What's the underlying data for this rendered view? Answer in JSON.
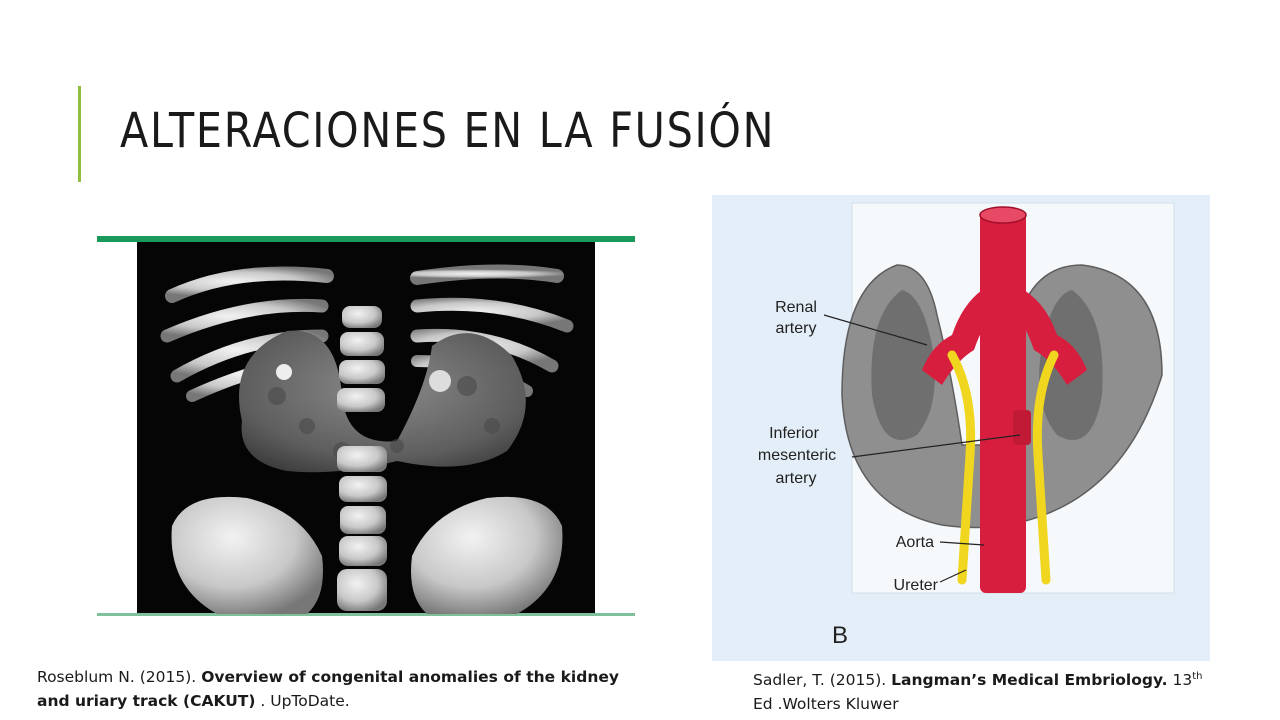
{
  "slide": {
    "title": "ALTERACIONES EN LA FUSIÓN",
    "accent_color": "#8fbf3f"
  },
  "left_figure": {
    "kind": "ct-3d-reconstruction",
    "border_color": "#1a9a5a"
  },
  "right_figure": {
    "labels": {
      "renal_artery_1": "Renal",
      "renal_artery_2": "artery",
      "inferior_1": "Inferior",
      "inferior_2": "mesenteric",
      "inferior_3": "artery",
      "aorta": "Aorta",
      "ureter": "Ureter",
      "panel": "B"
    },
    "colors": {
      "artery": "#d81e3e",
      "kidney": "#8f8f8f",
      "ureter": "#f0d61e",
      "background": "#e3eef8"
    }
  },
  "citations": {
    "left": {
      "author": "Roseblum N. (2015).",
      "title_l1": "Overview of congenital anomalies of the kidney",
      "title_l2_a": "and uriary track (",
      "title_l2_b": "CAKUT",
      "title_l2_c": ")",
      "tail": " . UpToDate."
    },
    "right": {
      "author": "Sadler, T. (2015).",
      "title": "Langman’s Medical Embriology.",
      "edition": " 13",
      "edition_sup": "th",
      "tail": "Ed .Wolters Kluwer"
    }
  }
}
